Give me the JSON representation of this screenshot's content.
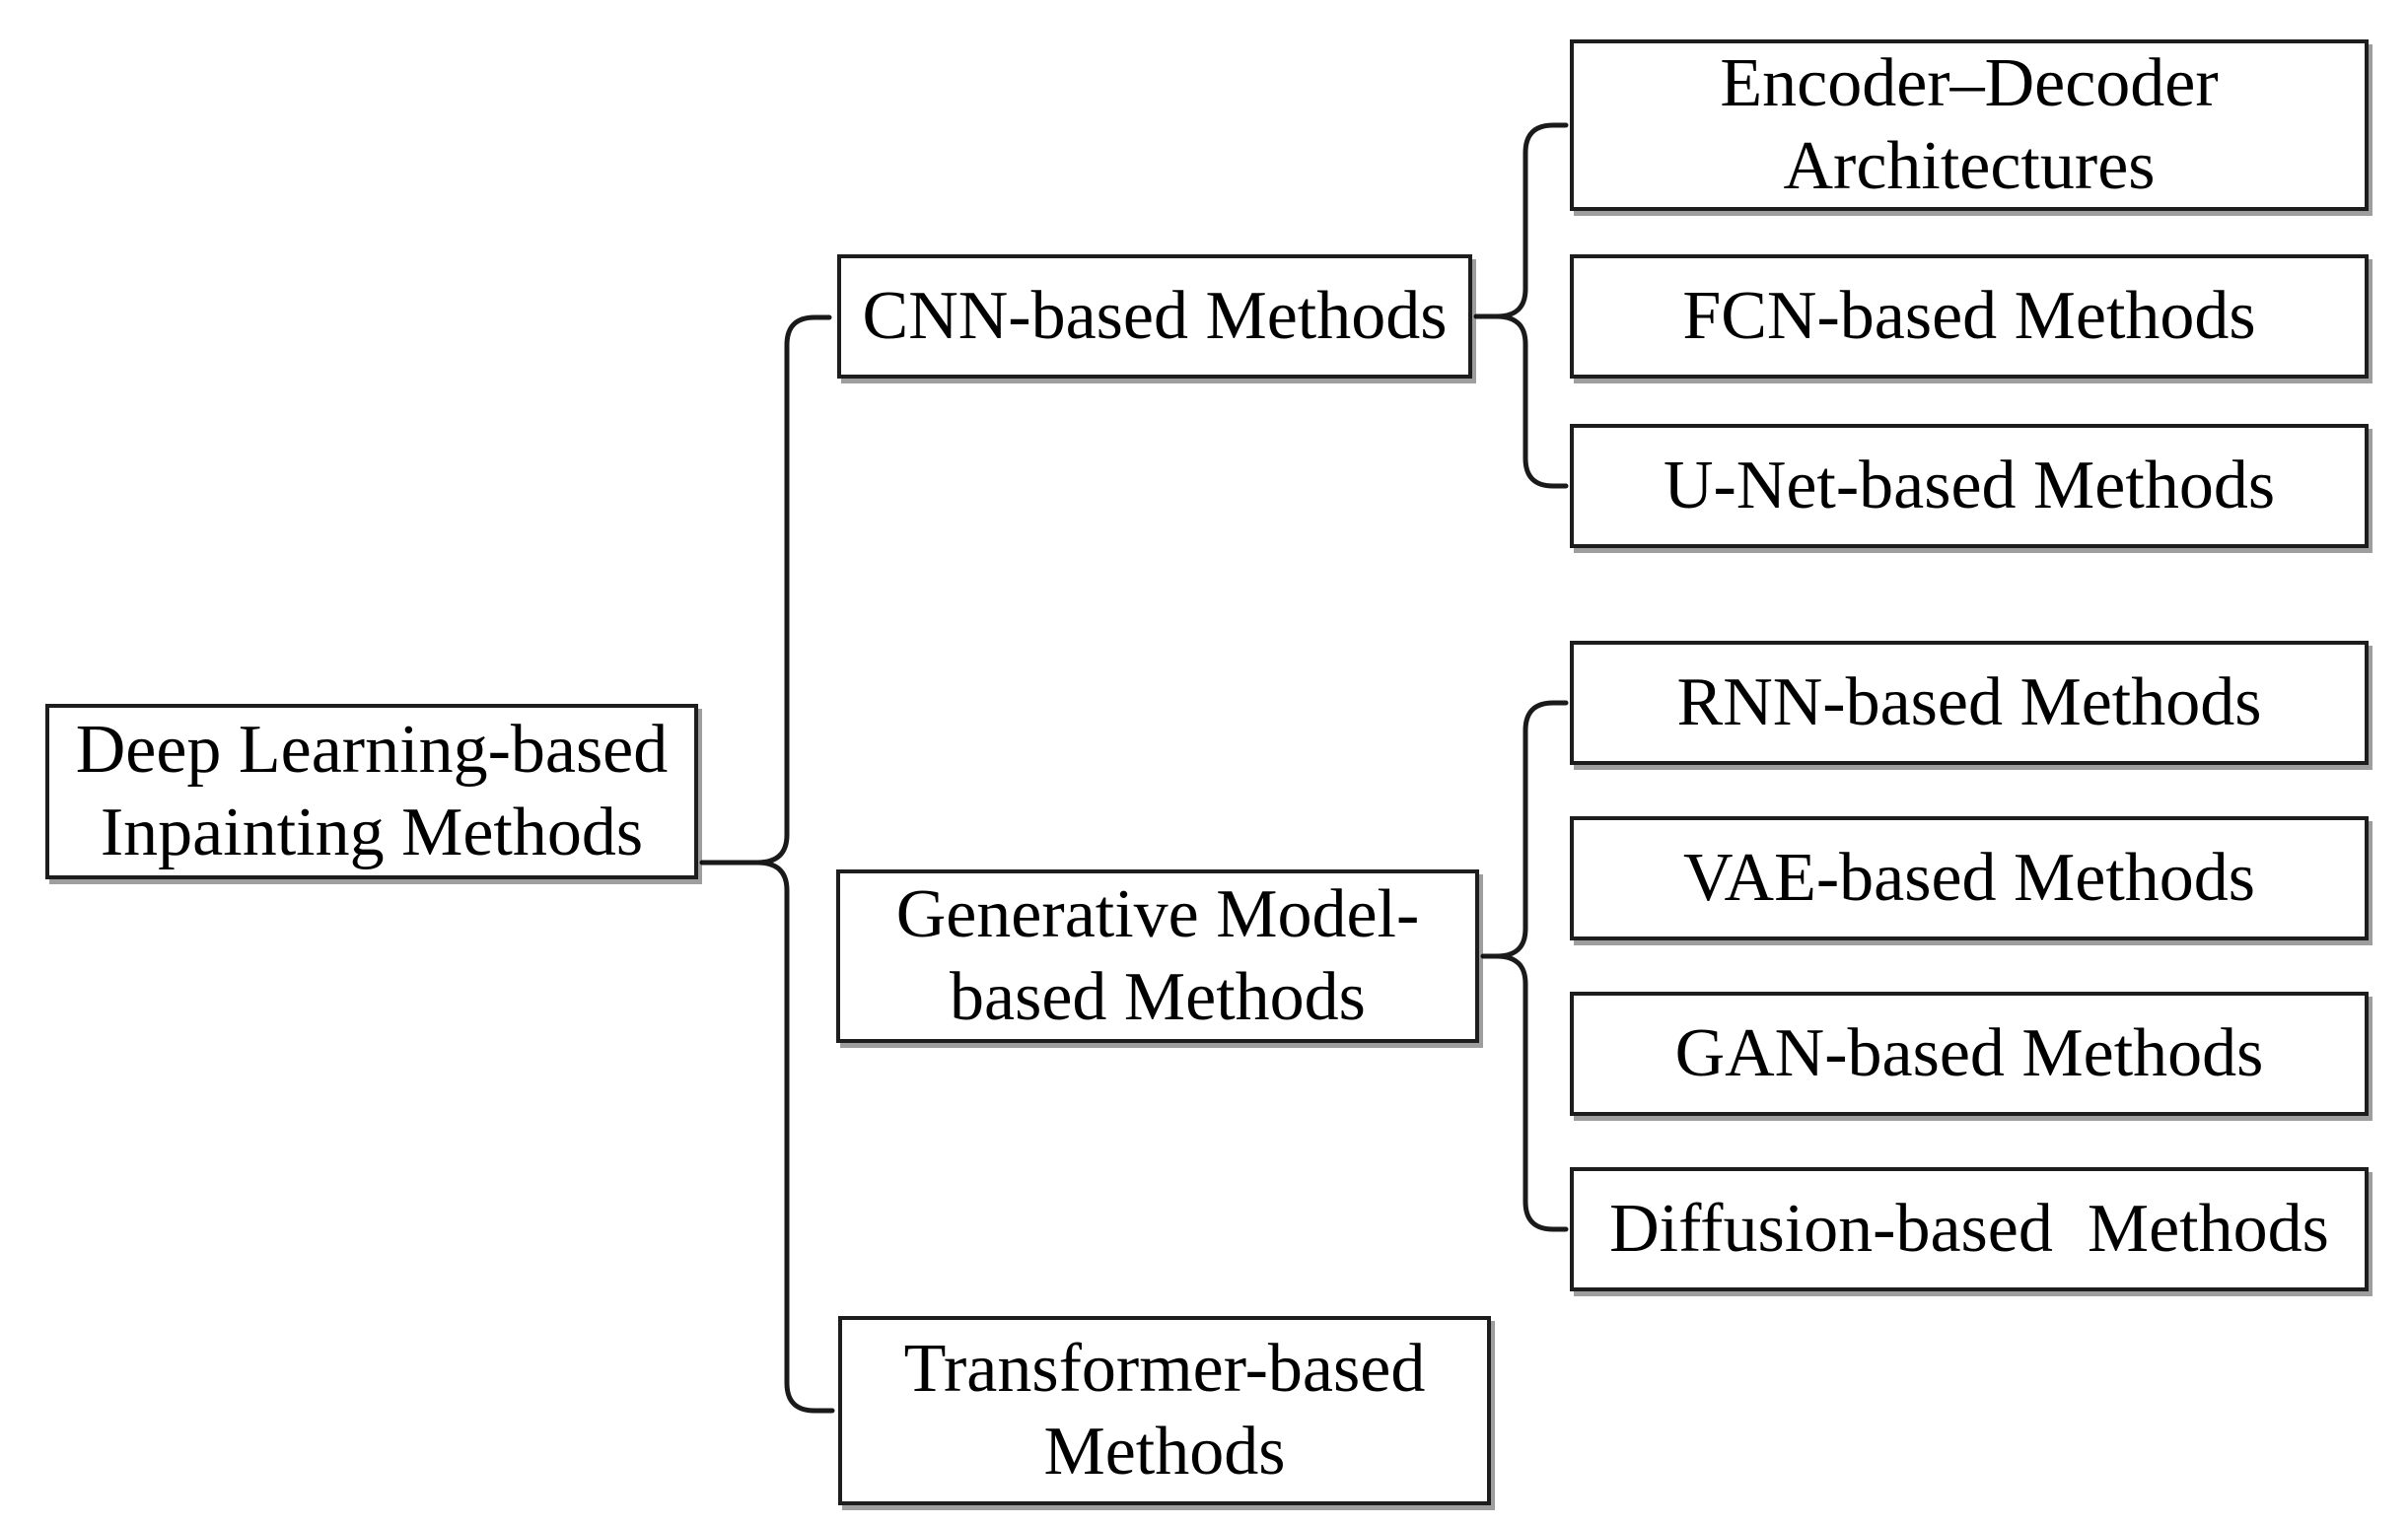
{
  "figure": {
    "title": "Deep learning-based inpainting methods taxonomy",
    "background_color": "#ffffff",
    "line_color": "#1a1a1a",
    "nodes": {
      "root": {
        "label": "Deep Learning-based\nInpainting Methods"
      },
      "cnn": {
        "label": "CNN-based Methods"
      },
      "generative": {
        "label": "Generative Model-\nbased Methods"
      },
      "transformer": {
        "label": "Transformer-based\nMethods"
      },
      "encdec": {
        "label": "Encoder–Decoder\nArchitectures"
      },
      "fcn": {
        "label": "FCN-based Methods"
      },
      "unet": {
        "label": "U-Net-based Methods"
      },
      "rnn": {
        "label": "RNN-based Methods"
      },
      "vae": {
        "label": "VAE-based Methods"
      },
      "gan": {
        "label": "GAN-based Methods"
      },
      "diffusion": {
        "label": "Diffusion-based  Methods"
      }
    },
    "edges": [
      [
        "root",
        "cnn"
      ],
      [
        "root",
        "generative"
      ],
      [
        "root",
        "transformer"
      ],
      [
        "cnn",
        "encdec"
      ],
      [
        "cnn",
        "fcn"
      ],
      [
        "cnn",
        "unet"
      ],
      [
        "generative",
        "rnn"
      ],
      [
        "generative",
        "vae"
      ],
      [
        "generative",
        "gan"
      ],
      [
        "generative",
        "diffusion"
      ]
    ]
  }
}
